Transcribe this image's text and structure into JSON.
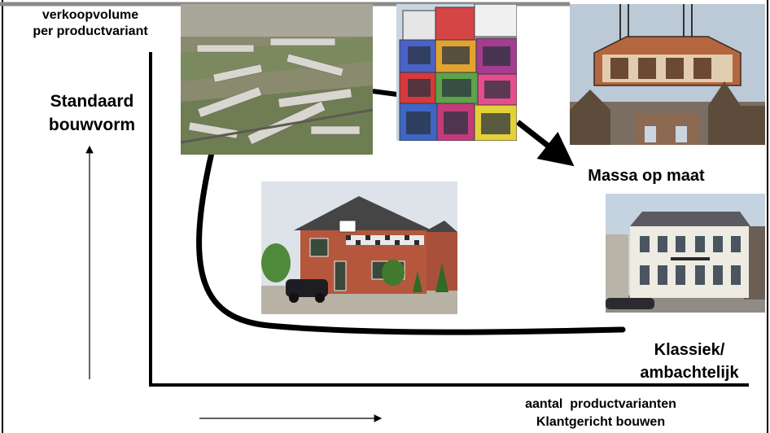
{
  "labels": {
    "y_axis_line1": "verkoopvolume",
    "y_axis_line2": "per productvariant",
    "standaard_line1": "Standaard",
    "standaard_line2": "bouwvorm",
    "massa": "Massa op maat",
    "klassiek_line1": "Klassiek/",
    "klassiek_line2": "ambachtelijk",
    "x_axis_line1": "aantal  productvarianten",
    "x_axis_line2": "Klantgericht bouwen"
  },
  "photos": [
    {
      "name": "aerial-housing-estate-photo",
      "depicts": "aerial view of high-rise apartment blocks"
    },
    {
      "name": "stacked-container-units-photo",
      "depicts": "colorful stacked modular housing units"
    },
    {
      "name": "crane-lifting-module-photo",
      "depicts": "crane lifting a prefab house module onto a roof"
    },
    {
      "name": "brick-family-house-photo",
      "depicts": "red brick detached house with car in driveway"
    },
    {
      "name": "classic-villa-photo",
      "depicts": "white classical townhouse villa"
    }
  ],
  "colors": {
    "ink": "#000000",
    "sky": "#c9d6e2",
    "brick": "#b5573c"
  }
}
